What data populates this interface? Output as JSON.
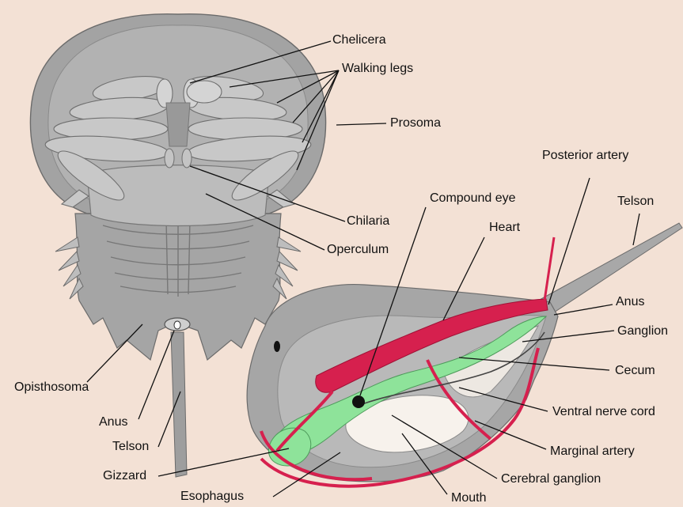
{
  "labels": {
    "chelicera": "Chelicera",
    "walking_legs": "Walking legs",
    "prosoma": "Prosoma",
    "chilaria": "Chilaria",
    "operculum": "Operculum",
    "opisthosoma": "Opisthosoma",
    "anus_left": "Anus",
    "telson_left": "Telson",
    "gizzard": "Gizzard",
    "esophagus": "Esophagus",
    "mouth": "Mouth",
    "cerebral_ganglion": "Cerebral ganglion",
    "marginal_artery": "Marginal artery",
    "ventral_nerve_cord": "Ventral nerve cord",
    "cecum": "Cecum",
    "ganglion": "Ganglion",
    "anus_right": "Anus",
    "telson_right": "Telson",
    "posterior_artery": "Posterior artery",
    "heart": "Heart",
    "compound_eye": "Compound eye"
  },
  "colors": {
    "background": "#f3e1d5",
    "shell": "#a3a3a3",
    "artery": "#d6204e",
    "gut": "#8ee39a"
  }
}
